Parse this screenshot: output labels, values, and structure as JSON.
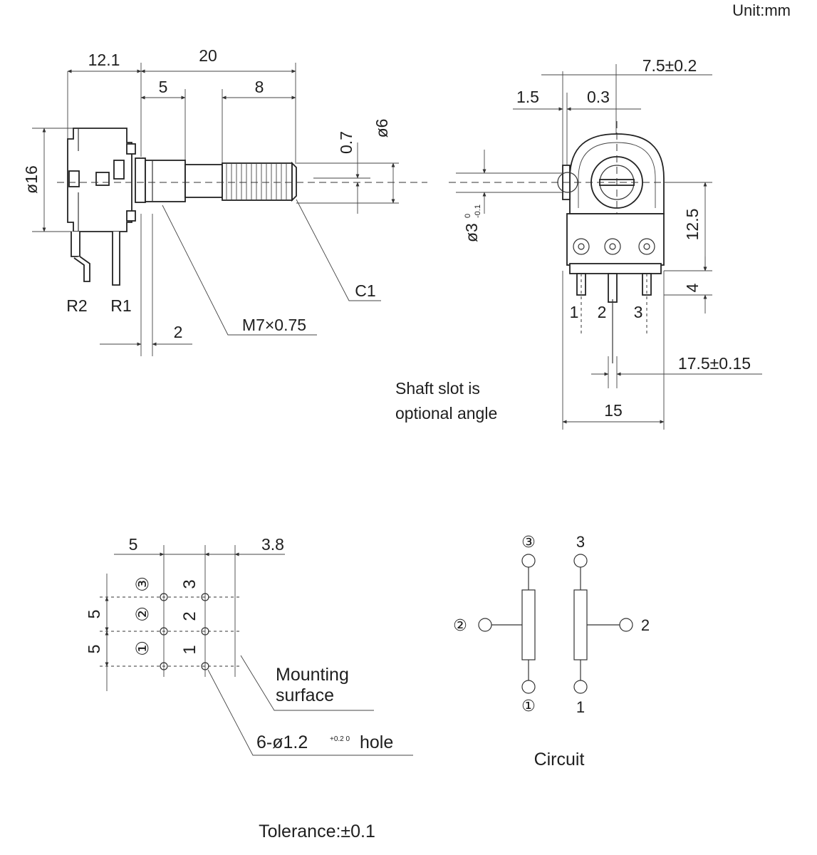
{
  "unit_label": "Unit:mm",
  "side_view": {
    "dim_body_length": "12.1",
    "dim_shaft_length": "20",
    "dim_thread_length": "5",
    "dim_knurl_length": "8",
    "dim_slot_depth": "0.7",
    "dim_shaft_dia": "ø6",
    "dim_body_dia": "ø16",
    "pin_r2": "R2",
    "pin_r1": "R1",
    "dim_flange": "2",
    "thread_spec": "M7×0.75",
    "chamfer": "C1"
  },
  "front_view": {
    "dim_width_top": "7.5±0.2",
    "dim_slot_left": "1.5",
    "dim_slot_right": "0.3",
    "dim_pin_dia": "ø3",
    "dim_pin_tol_upper": "0",
    "dim_pin_tol_lower": "-0.1",
    "dim_height": "12.5",
    "dim_pin_len": "4",
    "pin_1": "1",
    "pin_2": "2",
    "pin_3": "3",
    "dim_offset": "17.5±0.15",
    "dim_width": "15",
    "note_line1": "Shaft slot is",
    "note_line2": "optional angle"
  },
  "pcb_layout": {
    "dim_spacing": "5",
    "dim_offset": "3.8",
    "dim_row1": "5",
    "dim_row2": "5",
    "circled_3": "③",
    "circled_2": "②",
    "circled_1": "①",
    "row_3": "3",
    "row_2": "2",
    "row_1": "1",
    "mount_line1": "Mounting",
    "mount_line2": "surface",
    "hole_spec": "6-ø1.2",
    "hole_tol": "+0.2 0",
    "hole_word": "hole",
    "tolerance": "Tolerance:±0.1"
  },
  "circuit": {
    "title": "Circuit",
    "a_top": "③",
    "a_mid": "②",
    "a_bottom": "①",
    "b_top": "3",
    "b_mid": "2",
    "b_bottom": "1"
  }
}
